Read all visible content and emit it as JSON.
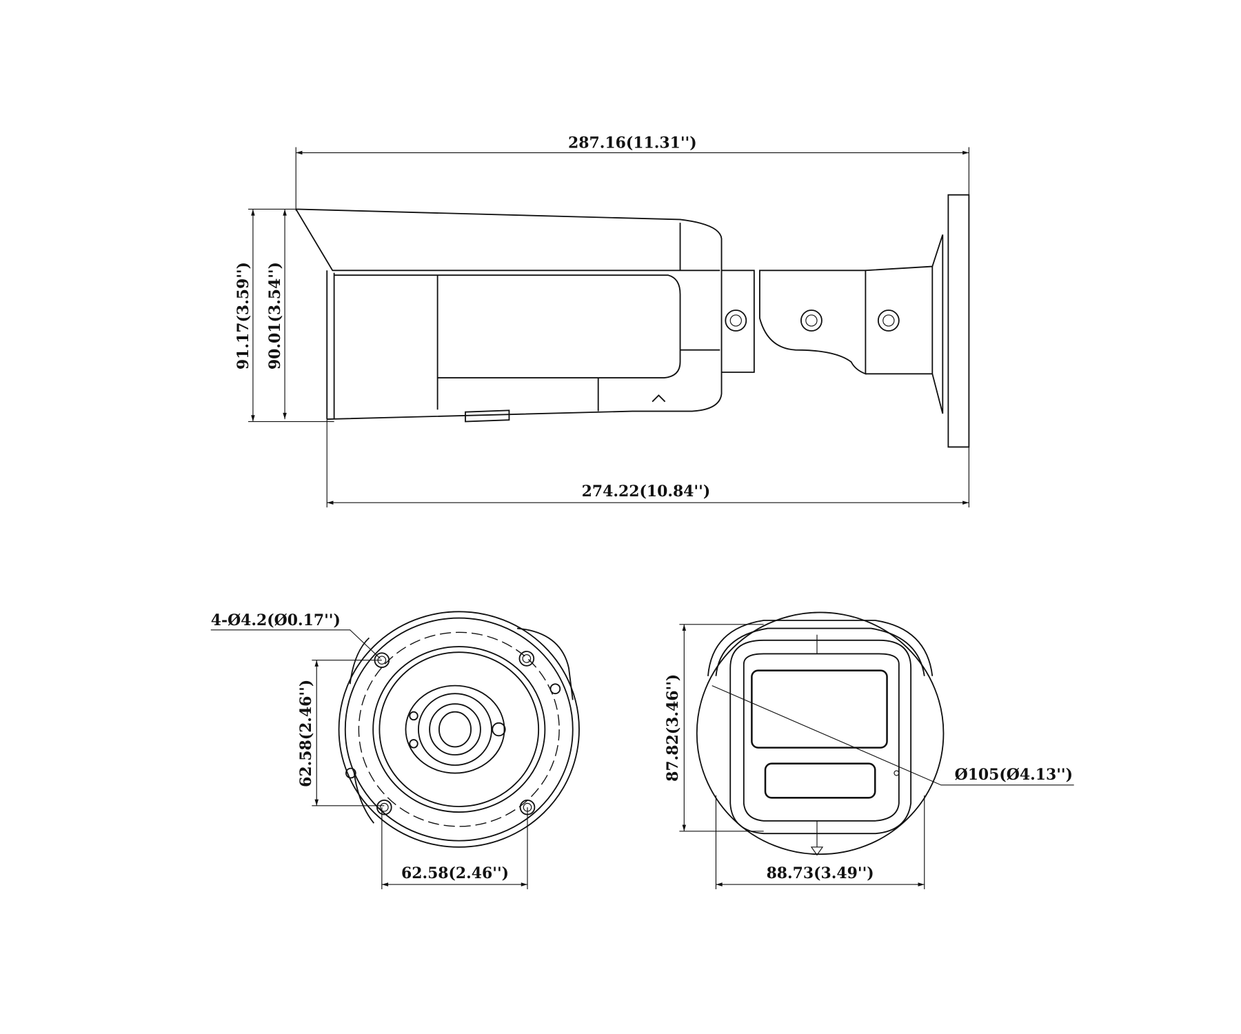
{
  "side_view": {
    "overall_length": "287.16(11.31'')",
    "body_length": "274.22(10.84'')",
    "overall_height": "91.17(3.59'')",
    "body_height": "90.01(3.54'')"
  },
  "mount_view": {
    "holes": "4-Ø4.2(Ø0.17'')",
    "hole_spacing_vertical": "62.58(2.46'')",
    "hole_spacing_horizontal": "62.58(2.46'')"
  },
  "front_view": {
    "height": "87.82(3.46'')",
    "width": "88.73(3.49'')",
    "diameter": "Ø105(Ø4.13'')"
  }
}
